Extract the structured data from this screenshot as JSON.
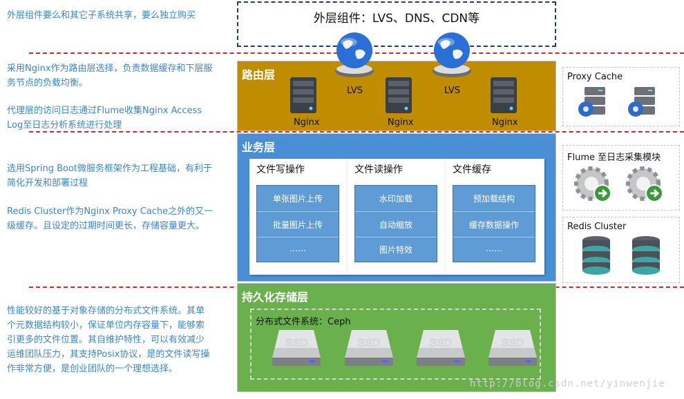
{
  "notes": [
    "外层组件要么和其它子系统共享，要么独立购买",
    "采用Nginx作为路由层选择，负责数据缓存和下层服务节点的负载均衡。",
    "代理层的访问日志通过Flume收集Nginx Access Log至日志分析系统进行处理",
    "选用Spring Boot微服务框架作为工程基础，有利于简化开发和部署过程",
    "Redis Cluster作为Nginx Proxy Cache之外的又一级缓存。且设定的过期时间更长，存储容量更大。",
    "性能较好的基于对象存储的分布式文件系统。其单个元数据结构较小，保证单位内存容量下，能够索引更多的文件位置。其自维护特性，可以有效减少运维团队压力，其支持Posix协议，是的文件读写操作非常方便，是创业团队的一个理想选择。"
  ],
  "outer": {
    "title": "外层组件：LVS、DNS、CDN等"
  },
  "routing": {
    "title": "路由层",
    "lvs_labels": [
      "LVS",
      "LVS"
    ],
    "nginx_labels": [
      "Nginx",
      "Nginx",
      "Nginx"
    ]
  },
  "business": {
    "title": "业务层",
    "columns": [
      {
        "title": "文件写操作",
        "items": [
          "单张图片上传",
          "批量图片上传",
          "……"
        ]
      },
      {
        "title": "文件读操作",
        "items": [
          "水印加载",
          "自动缩放",
          "图片特效"
        ]
      },
      {
        "title": "文件缓存",
        "items": [
          "预加载结构",
          "缓存数据操作",
          "……"
        ]
      }
    ]
  },
  "storage": {
    "title": "持久化存储层",
    "dfs_title": "分布式文件系统：Ceph",
    "disk_label": "SSD"
  },
  "side": {
    "proxy_cache": "Proxy Cache",
    "flume": "Flume 至日志采集模块",
    "redis": "Redis Cluster"
  },
  "watermark": "http://blog.csdn.net/yinwenjie",
  "colors": {
    "routing": "#c08d00",
    "business": "#4a8fd6",
    "storage": "#6ab04c",
    "item": "#5f9bd5",
    "note_text": "#3a86c8",
    "divider": "#cc2a2a"
  }
}
